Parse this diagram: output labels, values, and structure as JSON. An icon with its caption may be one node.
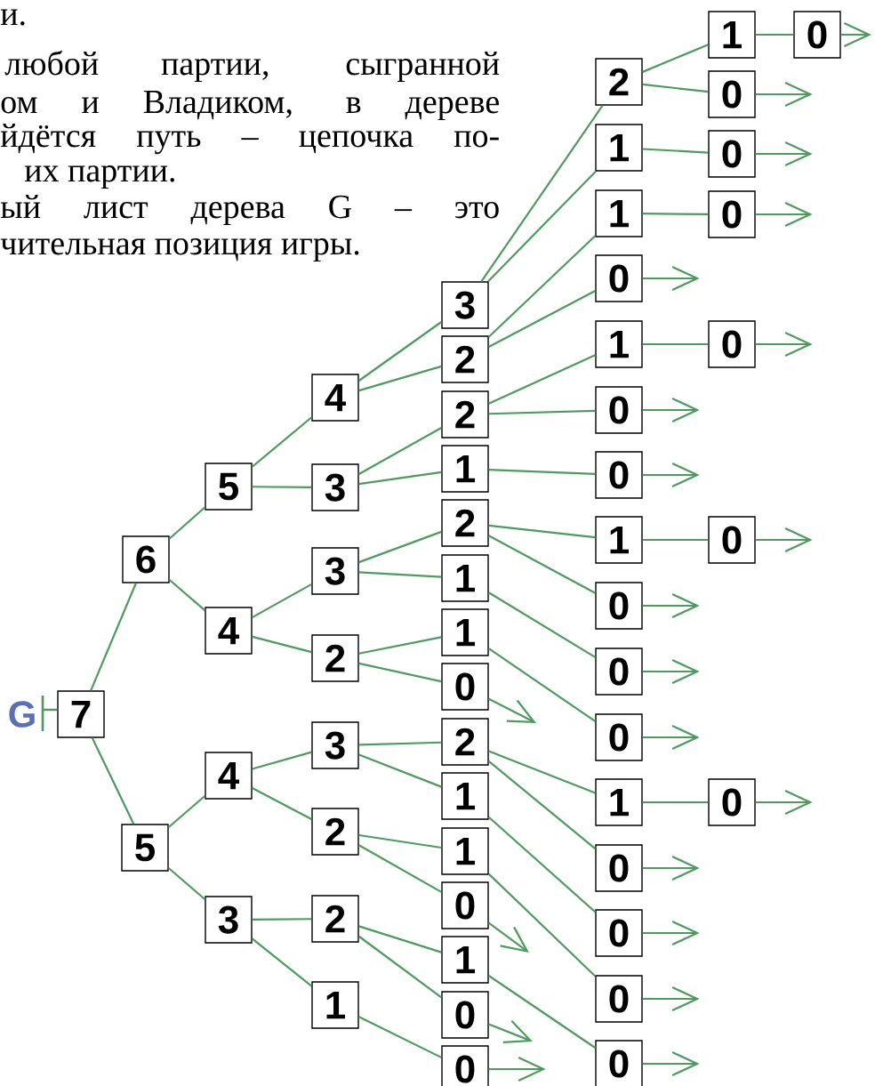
{
  "diagram": {
    "nodes": [
      {
        "text": [
          "7"
        ],
        "beside": [
          "G"
        ]
      },
      {
        "text": [
          "6"
        ]
      },
      {
        "text": [
          "5"
        ]
      },
      {
        "text": [
          "5"
        ]
      },
      {
        "text": [
          "4"
        ]
      },
      {
        "text": [
          "4"
        ]
      },
      {
        "text": [
          "3"
        ]
      },
      {
        "text": [
          "4"
        ]
      },
      {
        "text": [
          "3"
        ]
      },
      {
        "text": [
          "3"
        ]
      },
      {
        "text": [
          "2"
        ]
      },
      {
        "text": [
          "3"
        ]
      },
      {
        "text": [
          "2"
        ]
      },
      {
        "text": [
          "2"
        ]
      },
      {
        "text": [
          "1"
        ]
      },
      {
        "text": [
          "3"
        ]
      },
      {
        "text": [
          "2"
        ]
      },
      {
        "text": [
          "2"
        ]
      },
      {
        "text": [
          "1"
        ]
      },
      {
        "text": [
          "2"
        ]
      },
      {
        "text": [
          "1"
        ]
      },
      {
        "text": [
          "1"
        ]
      },
      {
        "text": [
          "0"
        ]
      },
      {
        "text": [
          "2"
        ]
      },
      {
        "text": [
          "1"
        ]
      },
      {
        "text": [
          "1"
        ]
      },
      {
        "text": [
          "0"
        ]
      },
      {
        "text": [
          "1"
        ]
      },
      {
        "text": [
          "0"
        ]
      },
      {
        "text": [
          "0"
        ]
      },
      {
        "text": [
          "2"
        ]
      },
      {
        "text": [
          "1"
        ]
      },
      {
        "text": [
          "1"
        ]
      },
      {
        "text": [
          "0"
        ]
      },
      {
        "text": [
          "1"
        ]
      },
      {
        "text": [
          "0"
        ]
      },
      {
        "text": [
          "0"
        ]
      },
      {
        "text": [
          "1"
        ]
      },
      {
        "text": [
          "0"
        ]
      },
      {
        "text": [
          "0"
        ]
      },
      {
        "text": [
          "0"
        ]
      },
      {
        "text": [
          "1"
        ]
      },
      {
        "text": [
          "0"
        ]
      },
      {
        "text": [
          "0"
        ]
      },
      {
        "text": [
          "0"
        ]
      },
      {
        "text": [
          "0"
        ]
      },
      {
        "text": [
          "1"
        ]
      },
      {
        "text": [
          "0"
        ]
      },
      {
        "text": [
          "0"
        ]
      },
      {
        "text": [
          "0"
        ]
      },
      {
        "text": [
          "0"
        ]
      },
      {
        "text": [
          "0"
        ]
      },
      {
        "text": [
          "0"
        ]
      },
      {
        "text": [
          "0"
        ]
      }
    ],
    "edges": [
      {
        "from": 0,
        "to": 1,
        "arrow": "none"
      },
      {
        "from": 0,
        "to": 2,
        "arrow": "none"
      },
      {
        "from": 1,
        "to": 3,
        "arrow": "none"
      },
      {
        "from": 1,
        "to": 4,
        "arrow": "none"
      },
      {
        "from": 2,
        "to": 5,
        "arrow": "none"
      },
      {
        "from": 2,
        "to": 6,
        "arrow": "none"
      },
      {
        "from": 3,
        "to": 7,
        "arrow": "none"
      },
      {
        "from": 3,
        "to": 8,
        "arrow": "none"
      },
      {
        "from": 4,
        "to": 9,
        "arrow": "none"
      },
      {
        "from": 4,
        "to": 10,
        "arrow": "none"
      },
      {
        "from": 5,
        "to": 11,
        "arrow": "none"
      },
      {
        "from": 5,
        "to": 12,
        "arrow": "none"
      },
      {
        "from": 6,
        "to": 13,
        "arrow": "none"
      },
      {
        "from": 6,
        "to": 14,
        "arrow": "none"
      },
      {
        "from": 7,
        "to": 15,
        "arrow": "none"
      },
      {
        "from": 7,
        "to": 16,
        "arrow": "none"
      },
      {
        "from": 8,
        "to": 17,
        "arrow": "none"
      },
      {
        "from": 8,
        "to": 18,
        "arrow": "none"
      },
      {
        "from": 9,
        "to": 19,
        "arrow": "none"
      },
      {
        "from": 9,
        "to": 20,
        "arrow": "none"
      },
      {
        "from": 10,
        "to": 21,
        "arrow": "none"
      },
      {
        "from": 10,
        "to": 22,
        "arrow": "none"
      },
      {
        "from": 11,
        "to": 23,
        "arrow": "none"
      },
      {
        "from": 11,
        "to": 24,
        "arrow": "none"
      },
      {
        "from": 12,
        "to": 25,
        "arrow": "none"
      },
      {
        "from": 12,
        "to": 26,
        "arrow": "none"
      },
      {
        "from": 13,
        "to": 27,
        "arrow": "none"
      },
      {
        "from": 13,
        "to": 28,
        "arrow": "none"
      },
      {
        "from": 14,
        "to": 29,
        "arrow": "none"
      },
      {
        "from": 15,
        "to": 30,
        "arrow": "none"
      },
      {
        "from": 15,
        "to": 31,
        "arrow": "none"
      },
      {
        "from": 16,
        "to": 32,
        "arrow": "none"
      },
      {
        "from": 16,
        "to": 33,
        "arrow": "none"
      },
      {
        "from": 17,
        "to": 34,
        "arrow": "none"
      },
      {
        "from": 17,
        "to": 35,
        "arrow": "none"
      },
      {
        "from": 18,
        "to": 36,
        "arrow": "none"
      },
      {
        "from": 19,
        "to": 37,
        "arrow": "none"
      },
      {
        "from": 19,
        "to": 38,
        "arrow": "none"
      },
      {
        "from": 20,
        "to": 39,
        "arrow": "none"
      },
      {
        "from": 21,
        "to": 40,
        "arrow": "none"
      },
      {
        "from": 22,
        "to": null,
        "arrow": "to"
      },
      {
        "from": 23,
        "to": 41,
        "arrow": "none"
      },
      {
        "from": 23,
        "to": 42,
        "arrow": "none"
      },
      {
        "from": 24,
        "to": 43,
        "arrow": "none"
      },
      {
        "from": 25,
        "to": 44,
        "arrow": "none"
      },
      {
        "from": 26,
        "to": null,
        "arrow": "to"
      },
      {
        "from": 27,
        "to": 45,
        "arrow": "none"
      },
      {
        "from": 28,
        "to": null,
        "arrow": "to"
      },
      {
        "from": 29,
        "to": null,
        "arrow": "to"
      },
      {
        "from": 30,
        "to": 46,
        "arrow": "none"
      },
      {
        "from": 30,
        "to": 47,
        "arrow": "none"
      },
      {
        "from": 31,
        "to": 48,
        "arrow": "none"
      },
      {
        "from": 32,
        "to": 49,
        "arrow": "none"
      },
      {
        "from": 34,
        "to": 50,
        "arrow": "none"
      },
      {
        "from": 37,
        "to": 51,
        "arrow": "none"
      },
      {
        "from": 41,
        "to": 52,
        "arrow": "none"
      },
      {
        "from": 33,
        "to": null,
        "arrow": "to"
      },
      {
        "from": 35,
        "to": null,
        "arrow": "to"
      },
      {
        "from": 36,
        "to": null,
        "arrow": "to"
      },
      {
        "from": 38,
        "to": null,
        "arrow": "to"
      },
      {
        "from": 39,
        "to": null,
        "arrow": "to"
      },
      {
        "from": 40,
        "to": null,
        "arrow": "to"
      },
      {
        "from": 42,
        "to": null,
        "arrow": "to"
      },
      {
        "from": 43,
        "to": null,
        "arrow": "to"
      },
      {
        "from": 44,
        "to": null,
        "arrow": "to"
      },
      {
        "from": 45,
        "to": null,
        "arrow": "to"
      },
      {
        "from": 46,
        "to": 53,
        "arrow": "none"
      },
      {
        "from": 47,
        "to": null,
        "arrow": "to"
      },
      {
        "from": 48,
        "to": null,
        "arrow": "to"
      },
      {
        "from": 49,
        "to": null,
        "arrow": "to"
      },
      {
        "from": 50,
        "to": null,
        "arrow": "to"
      },
      {
        "from": 51,
        "to": null,
        "arrow": "to"
      },
      {
        "from": 52,
        "to": null,
        "arrow": "to"
      },
      {
        "from": 53,
        "to": null,
        "arrow": "to"
      }
    ],
    "labels": [
      "и.",
      "любой партии, сыгранной",
      "ом и Владиком, в дереве",
      "йдётся путь – цепочка по-",
      "их партии.",
      "ый лист дерева G – это",
      "чительная позиция игры."
    ]
  }
}
